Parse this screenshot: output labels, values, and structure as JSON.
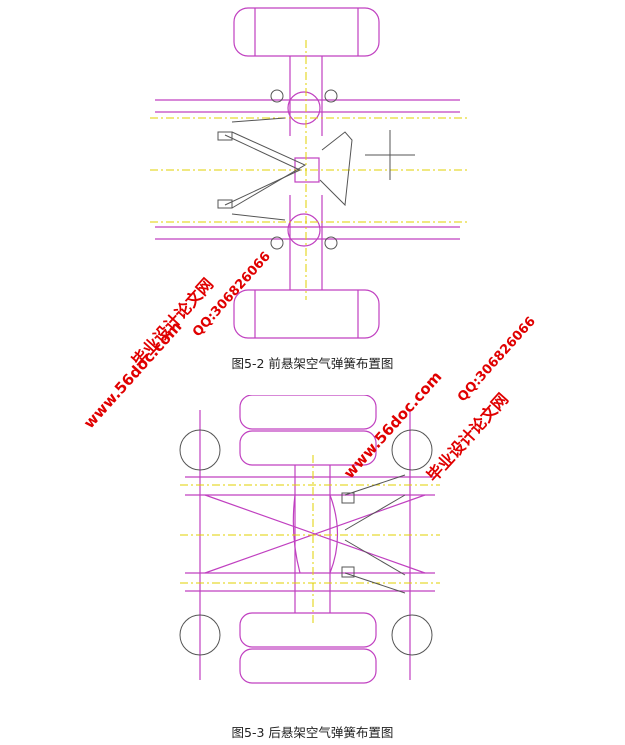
{
  "figures": [
    {
      "caption": "图5-2 前悬架空气弹簧布置图"
    },
    {
      "caption": "图5-3 后悬架空气弹簧布置图"
    }
  ],
  "watermarks": [
    {
      "site_title": "毕业设计论文网",
      "url": "www.56doc.com",
      "qq": "QQ:306826066"
    },
    {
      "site_title": "毕业设计论文网",
      "url": "www.56doc.com",
      "qq": "QQ:306826066"
    }
  ],
  "colors": {
    "outline": "#c040c0",
    "centerline": "#e0d000",
    "ink": "#333333",
    "watermark": "#e00000"
  }
}
